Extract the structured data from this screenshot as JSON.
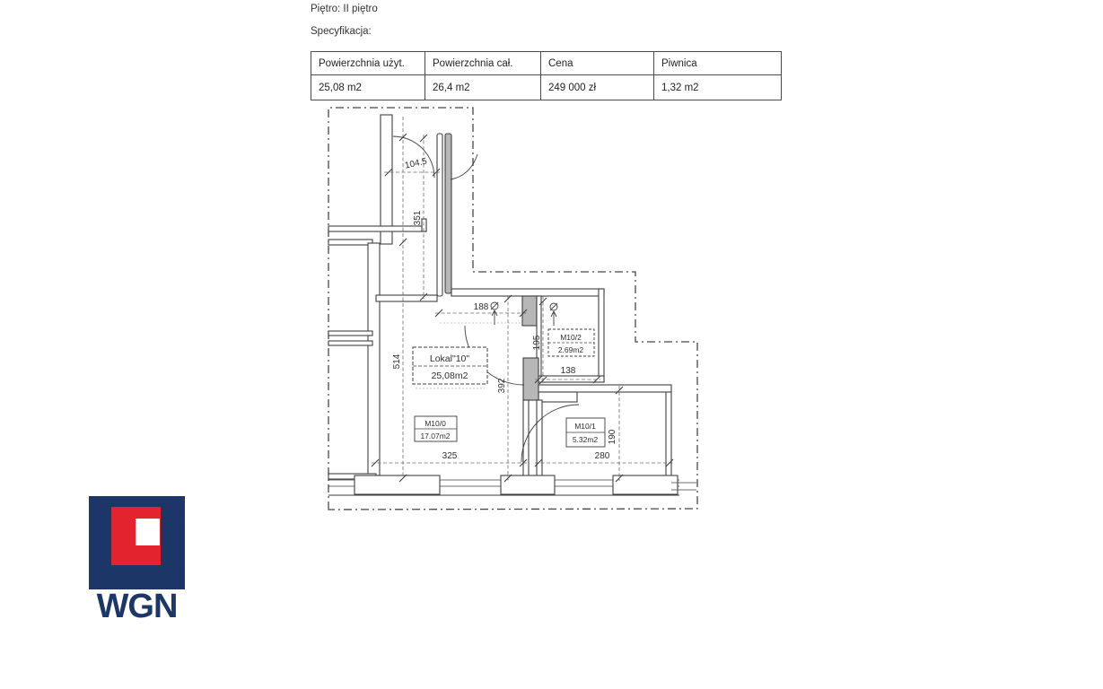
{
  "header": {
    "floor_label": "Piętro: II piętro",
    "spec_label": "Specyfikacja:"
  },
  "table": {
    "columns": [
      "Powierzchnia użyt.",
      "Powierzchnia cał.",
      "Cena",
      "Piwnica"
    ],
    "values": [
      "25,08 m2",
      "26,4 m2",
      "249 000 zł",
      "1,32 m2"
    ]
  },
  "floorplan": {
    "lokal": {
      "name": "Lokal\"10\"",
      "area": "25,08m2"
    },
    "room0": {
      "id": "M10/0",
      "area": "17.07m2"
    },
    "room1": {
      "id": "M10/1",
      "area": "5.32m2"
    },
    "room2": {
      "id": "M10/2",
      "area": "2.69m2"
    },
    "dims": {
      "d104_5": "104.5",
      "d351": "351",
      "d514": "514",
      "d188": "188",
      "d195": "195",
      "d392": "392",
      "d138": "138",
      "d325": "325",
      "d280": "280",
      "d190": "190"
    }
  },
  "logo": {
    "text": "WGN",
    "navy": "#1c3767",
    "red": "#e2242f"
  }
}
